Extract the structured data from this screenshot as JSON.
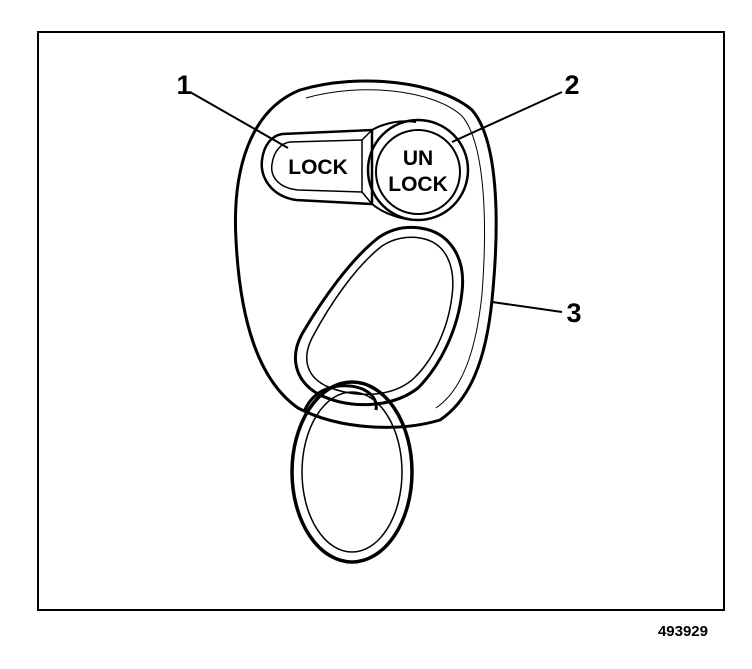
{
  "figure": {
    "callouts": [
      "1",
      "2",
      "3"
    ],
    "buttons": {
      "lock": "LOCK",
      "unlock_line1": "UN",
      "unlock_line2": "LOCK"
    },
    "figure_id": "493929"
  },
  "colors": {
    "ink": "#000000",
    "paper": "#ffffff"
  }
}
